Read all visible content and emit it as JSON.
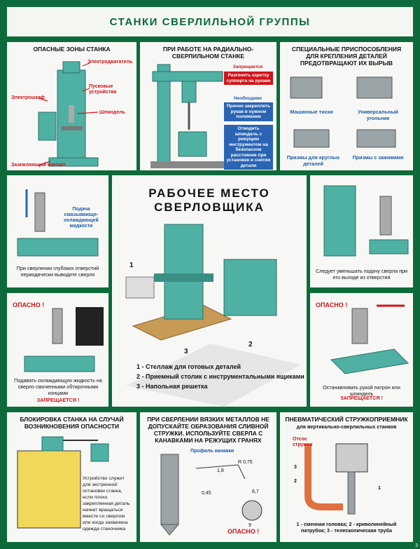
{
  "title": "СТАНКИ СВЕРЛИЛЬНОЙ ГРУППЫ",
  "p1": {
    "heading": "ОПАСНЫЕ ЗОНЫ СТАНКА",
    "labels": [
      "Электродвигатель",
      "Пусковые устройства",
      "Электрошкаф",
      "Шпиндель",
      "Заземляющий контакт"
    ]
  },
  "p2": {
    "heading": "ПРИ РАБОТЕ НА РАДИАЛЬНО-СВЕРЛИЛЬНОМ СТАНКЕ",
    "forbidden_hd": "Запрещается",
    "forbidden": "Разгонять каретку суппорта на рукаве",
    "needed_hd": "Необходимо",
    "needed1": "Прочно закреплять рукав в нужном положении",
    "needed2": "Отводить шпиндель с режущим инструментом на безопасное расстояние при установке и снятии детали"
  },
  "p3": {
    "heading": "СПЕЦИАЛЬНЫЕ ПРИСПОСОБЛЕНИЯ ДЛЯ КРЕПЛЕНИЯ ДЕТАЛЕЙ ПРЕДОТВРАЩАЮТ ИХ ВЫРЫВ",
    "labels": [
      "Машинные тиски",
      "Универсальный угольник",
      "Призмы для круглых деталей",
      "Призмы с зажимами"
    ]
  },
  "p4": {
    "label": "Подача смазывающе-охлаждающей жидкости",
    "caption": "При сверлении глубоких отверстий периодически выводите сверло"
  },
  "p5": {
    "danger": "ОПАСНО !",
    "caption": "Подавать охлаждающую жидкость на сверло смоченными обтирочными концами",
    "forbidden": "ЗАПРЕЩАЕТСЯ !"
  },
  "center": {
    "title": "РАБОЧЕЕ МЕСТО СВЕРЛОВЩИКА",
    "n1": "1",
    "n2": "2",
    "n3": "3",
    "legend": [
      "1 -  Стеллаж для готовых деталей",
      "2 -  Приемный столик с инструментальными ящиками",
      "3 -  Напольная решетка"
    ]
  },
  "p6": {
    "caption": "Следует уменьшать подачу сверла при его выходе из отверстия"
  },
  "p7": {
    "danger": "ОПАСНО !",
    "caption": "Останавливать рукой патрон или шпиндель",
    "forbidden": "ЗАПРЕЩАЕТСЯ !"
  },
  "p8": {
    "heading": "БЛОКИРОВКА СТАНКА НА СЛУЧАЙ ВОЗНИКНОВЕНИЯ ОПАСНОСТИ",
    "text": "Устройство служит для экстренной остановки станка, если плохо закрепленная деталь начнет вращаться вместе со сверлом или когда захвачена одежда станочника"
  },
  "p9": {
    "heading": "ПРИ СВЕРЛЕНИИ ВЯЗКИХ МЕТАЛЛОВ НЕ ДОПУСКАЙТЕ ОБРАЗОВАНИЯ СЛИВНОЙ СТРУЖКИ. ИСПОЛЬЗУЙТЕ СВЕРЛА С КАНАВКАМИ НА РЕЖУЩИХ ГРАНЯХ",
    "profile": "Профиль канавки",
    "dims": [
      "R 0,75",
      "1,8",
      "0,45",
      "6,7",
      "9"
    ],
    "danger": "ОПАСНО !"
  },
  "p10": {
    "heading": "ПНЕВМАТИЧЕСКИЙ СТРУЖКОПРИЕМНИК",
    "subheading": "для вертикально-сверлильных станков",
    "suction": "Отсос стружки",
    "n1": "1",
    "n2": "2",
    "n3": "3",
    "caption": "1 - сменная головка; 2 - криволинейный патрубок; 3 - телескопическая труба"
  },
  "page_number": "3",
  "colors": {
    "green": "#0d6a3a",
    "red": "#d0141b",
    "blue": "#2a64b3",
    "machine": "#4fb0a4"
  }
}
